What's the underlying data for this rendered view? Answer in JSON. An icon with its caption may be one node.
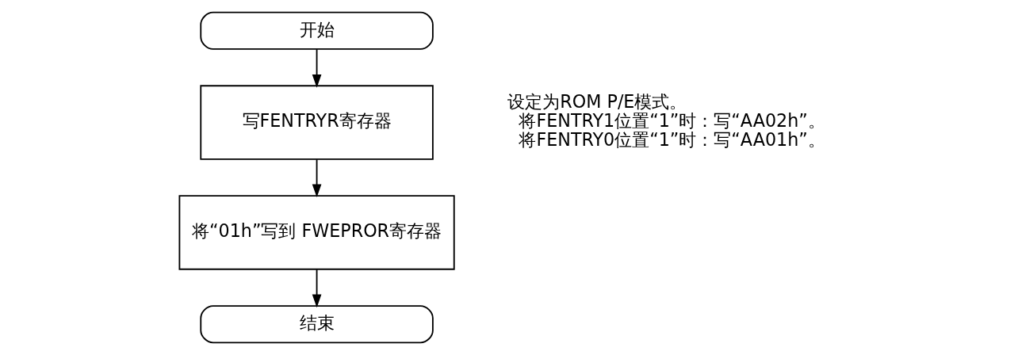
{
  "diagram": {
    "nodes": [
      {
        "text": [
          "开始"
        ]
      },
      {
        "text": [
          "写FENTRYR寄存器"
        ],
        "beside": [
          "设定为ROM P/E模式。",
          "将FENTRY1位置“1”时：写“AA02h”。",
          "将FENTRY0位置“1”时：写“AA01h”。"
        ]
      },
      {
        "text": [
          "将“01h”写到 FWEPROR寄存器"
        ]
      },
      {
        "text": [
          "结束"
        ]
      }
    ],
    "edges": [
      {
        "from": 0,
        "to": 1,
        "arrow": "to"
      },
      {
        "from": 1,
        "to": 2,
        "arrow": "to"
      },
      {
        "from": 2,
        "to": 3,
        "arrow": "to"
      }
    ]
  }
}
